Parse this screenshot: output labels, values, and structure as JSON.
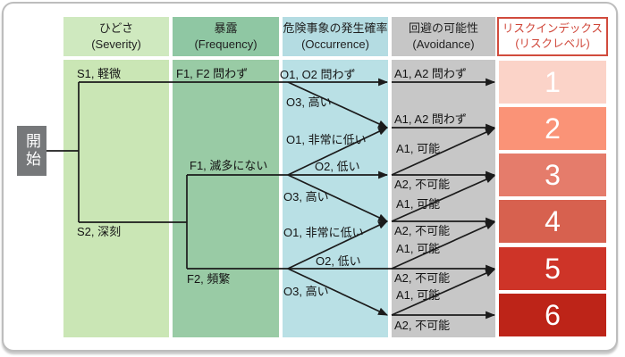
{
  "start": {
    "label": "開始",
    "bg": "#76787a"
  },
  "columns": [
    {
      "title": "ひどさ",
      "subtitle": "(Severity)",
      "header_color": "#cfe9bf",
      "body_color": "#cae6b5"
    },
    {
      "title": "暴露",
      "subtitle": "(Frequency)",
      "header_color": "#8fc7a3",
      "body_color": "#99cba5"
    },
    {
      "title": "危険事象の発生確率",
      "subtitle": "(Occurrence)",
      "header_color": "#b4dce2",
      "body_color": "#b9e0e5"
    },
    {
      "title": "回避の可能性",
      "subtitle": "(Avoidance)",
      "header_color": "#c6c6c6",
      "body_color": "#c7c7c7"
    }
  ],
  "risk_index": {
    "title": "リスクインデックス",
    "subtitle": "(リスクレベル)",
    "border_color": "#d14b3d",
    "text_color": "#cf4437"
  },
  "risk_levels": [
    {
      "value": "1",
      "color": "#fbd3c8"
    },
    {
      "value": "2",
      "color": "#fa9377"
    },
    {
      "value": "3",
      "color": "#e57c6b"
    },
    {
      "value": "4",
      "color": "#d7614f"
    },
    {
      "value": "5",
      "color": "#ce3428"
    },
    {
      "value": "6",
      "color": "#bd2418"
    }
  ],
  "tree": {
    "severity": [
      "S1, 軽微",
      "S2, 深刻"
    ],
    "frequency": [
      "F1, F2 問わず",
      "F1, 滅多にない",
      "F2, 頻繁"
    ],
    "occurrence": [
      "O1, O2 問わず",
      "O3, 高い",
      "O1, 非常に低い",
      "O2, 低い",
      "O3, 高い",
      "O1, 非常に低い",
      "O2, 低い",
      "O3, 高い"
    ],
    "avoidance": [
      "A1, A2 問わず",
      "A1, A2 問わず",
      "A1, 可能",
      "A2, 不可能",
      "A1, 可能",
      "A2, 不可能",
      "A1, 可能",
      "A2, 不可能",
      "A1, 可能",
      "A2, 不可能"
    ]
  }
}
